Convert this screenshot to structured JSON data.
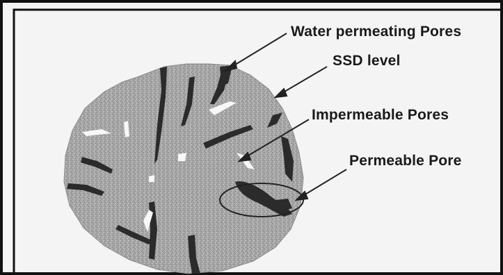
{
  "labels": {
    "water_permeating_pores": "Water permeating Pores",
    "ssd_level": "SSD level",
    "impermeable_pores": "Impermeable Pores",
    "permeable_pore": "Permeable Pore"
  },
  "colors": {
    "aggregate": "#a7a7a7",
    "pore_dark": "#2b2b2b",
    "pore_light": "#f7f7f7",
    "border": "#111111",
    "background": "#f4f4f4"
  }
}
